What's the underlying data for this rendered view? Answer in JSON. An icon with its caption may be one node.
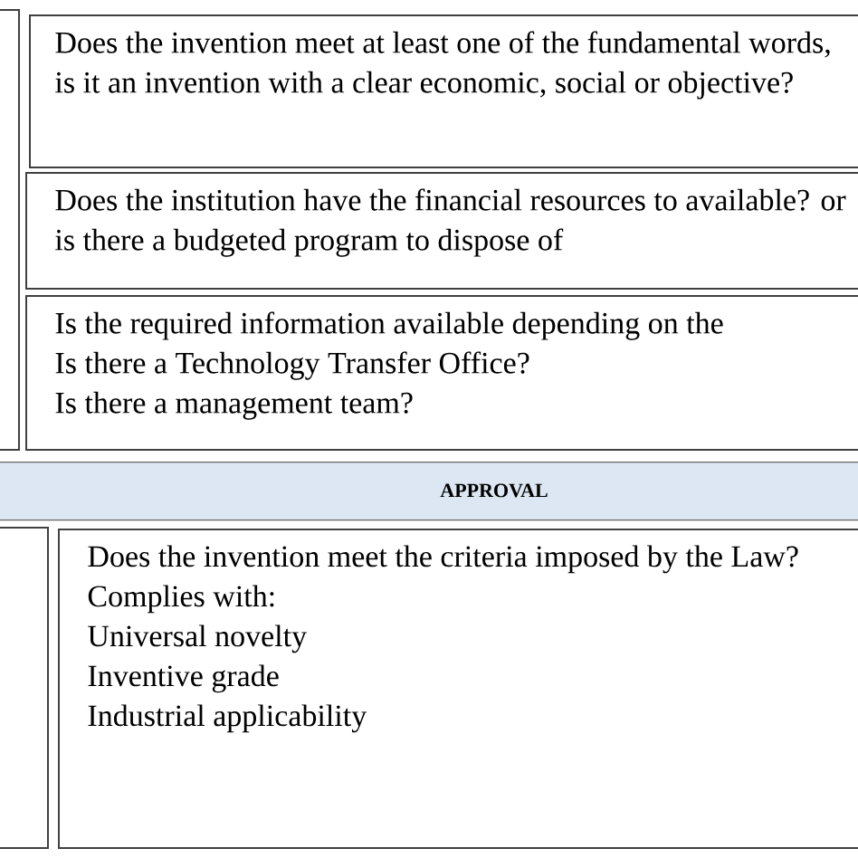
{
  "diagram": {
    "nodes": [
      {
        "text": [],
        "shape": "box"
      },
      {
        "text": [
          "Does the invention meet at least one of the fundamental words, is it an invention with a clear economic, social or objective?"
        ]
      },
      {
        "text": [
          "Does the institution have the financial resources to available? or is there a budgeted program to dispose of"
        ]
      },
      {
        "text": [
          "Is the required information available depending on the",
          "Is there a Technology Transfer Office?",
          "Is there a management team?"
        ]
      },
      {
        "text": [
          "APPROVAL"
        ]
      },
      {
        "text": [],
        "shape": "box"
      },
      {
        "text": [
          "Does the invention meet the criteria imposed by the Law?",
          "Complies with:",
          "Universal novelty",
          "Inventive grade",
          "Industrial applicability"
        ]
      }
    ]
  }
}
